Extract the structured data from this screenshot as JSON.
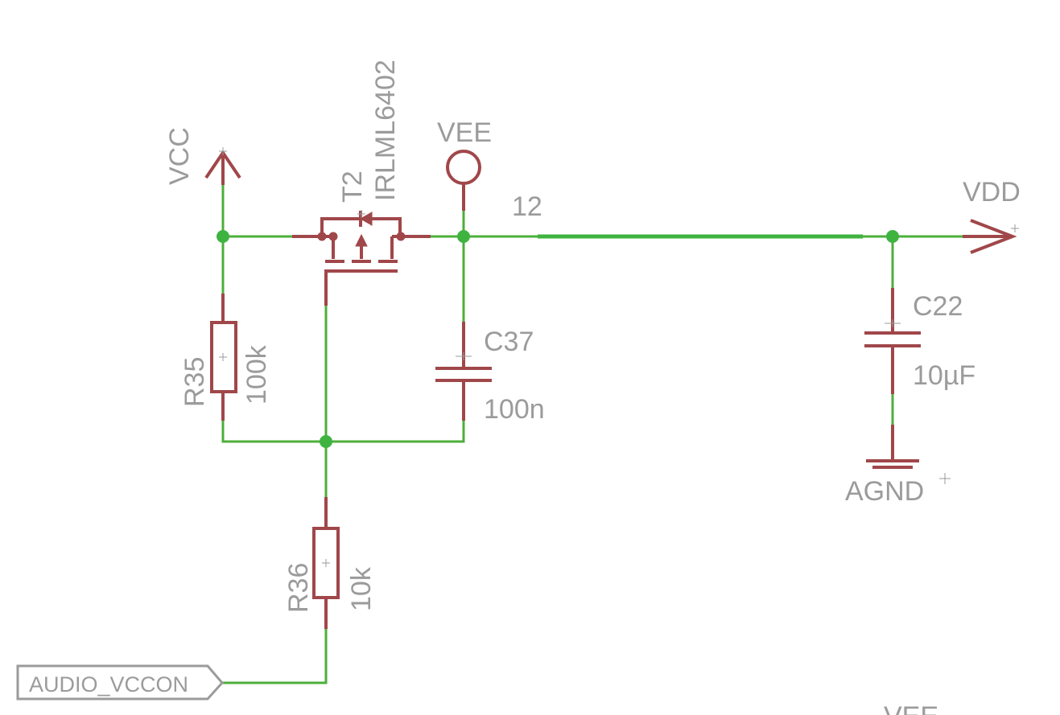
{
  "components": {
    "vcc": {
      "label": "VCC"
    },
    "vee_top": {
      "label": "VEE"
    },
    "vdd": {
      "label": "VDD"
    },
    "agnd": {
      "label": "AGND"
    },
    "vee_bottom": {
      "label": "VEE"
    },
    "net_12": {
      "label": "12"
    },
    "t2": {
      "name": "T2",
      "value": "IRLML6402"
    },
    "r35": {
      "name": "R35",
      "value": "100k"
    },
    "r36": {
      "name": "R36",
      "value": "10k"
    },
    "c37": {
      "name": "C37",
      "value": "100n"
    },
    "c22": {
      "name": "C22",
      "value": "10µF"
    },
    "port": {
      "label": "AUDIO_VCCON"
    }
  }
}
